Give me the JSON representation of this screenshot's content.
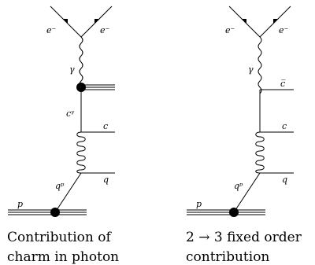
{
  "left_diagram": {
    "e_in": "e⁻",
    "e_out": "e⁻",
    "photon": "γ",
    "charm_in_photon": "cᵞ",
    "charm": "c",
    "parton": "qᵖ",
    "quark": "q",
    "proton": "p",
    "caption_line1": "Contribution of",
    "caption_line2": "charm in photon"
  },
  "right_diagram": {
    "e_in": "e⁻",
    "e_out": "e⁻",
    "photon": "γ",
    "anticharm": "c̅",
    "charm": "c",
    "parton": "qᵖ",
    "quark": "q",
    "proton": "p",
    "caption_line1": "2 → 3 fixed order",
    "caption_line2": "contribution"
  }
}
